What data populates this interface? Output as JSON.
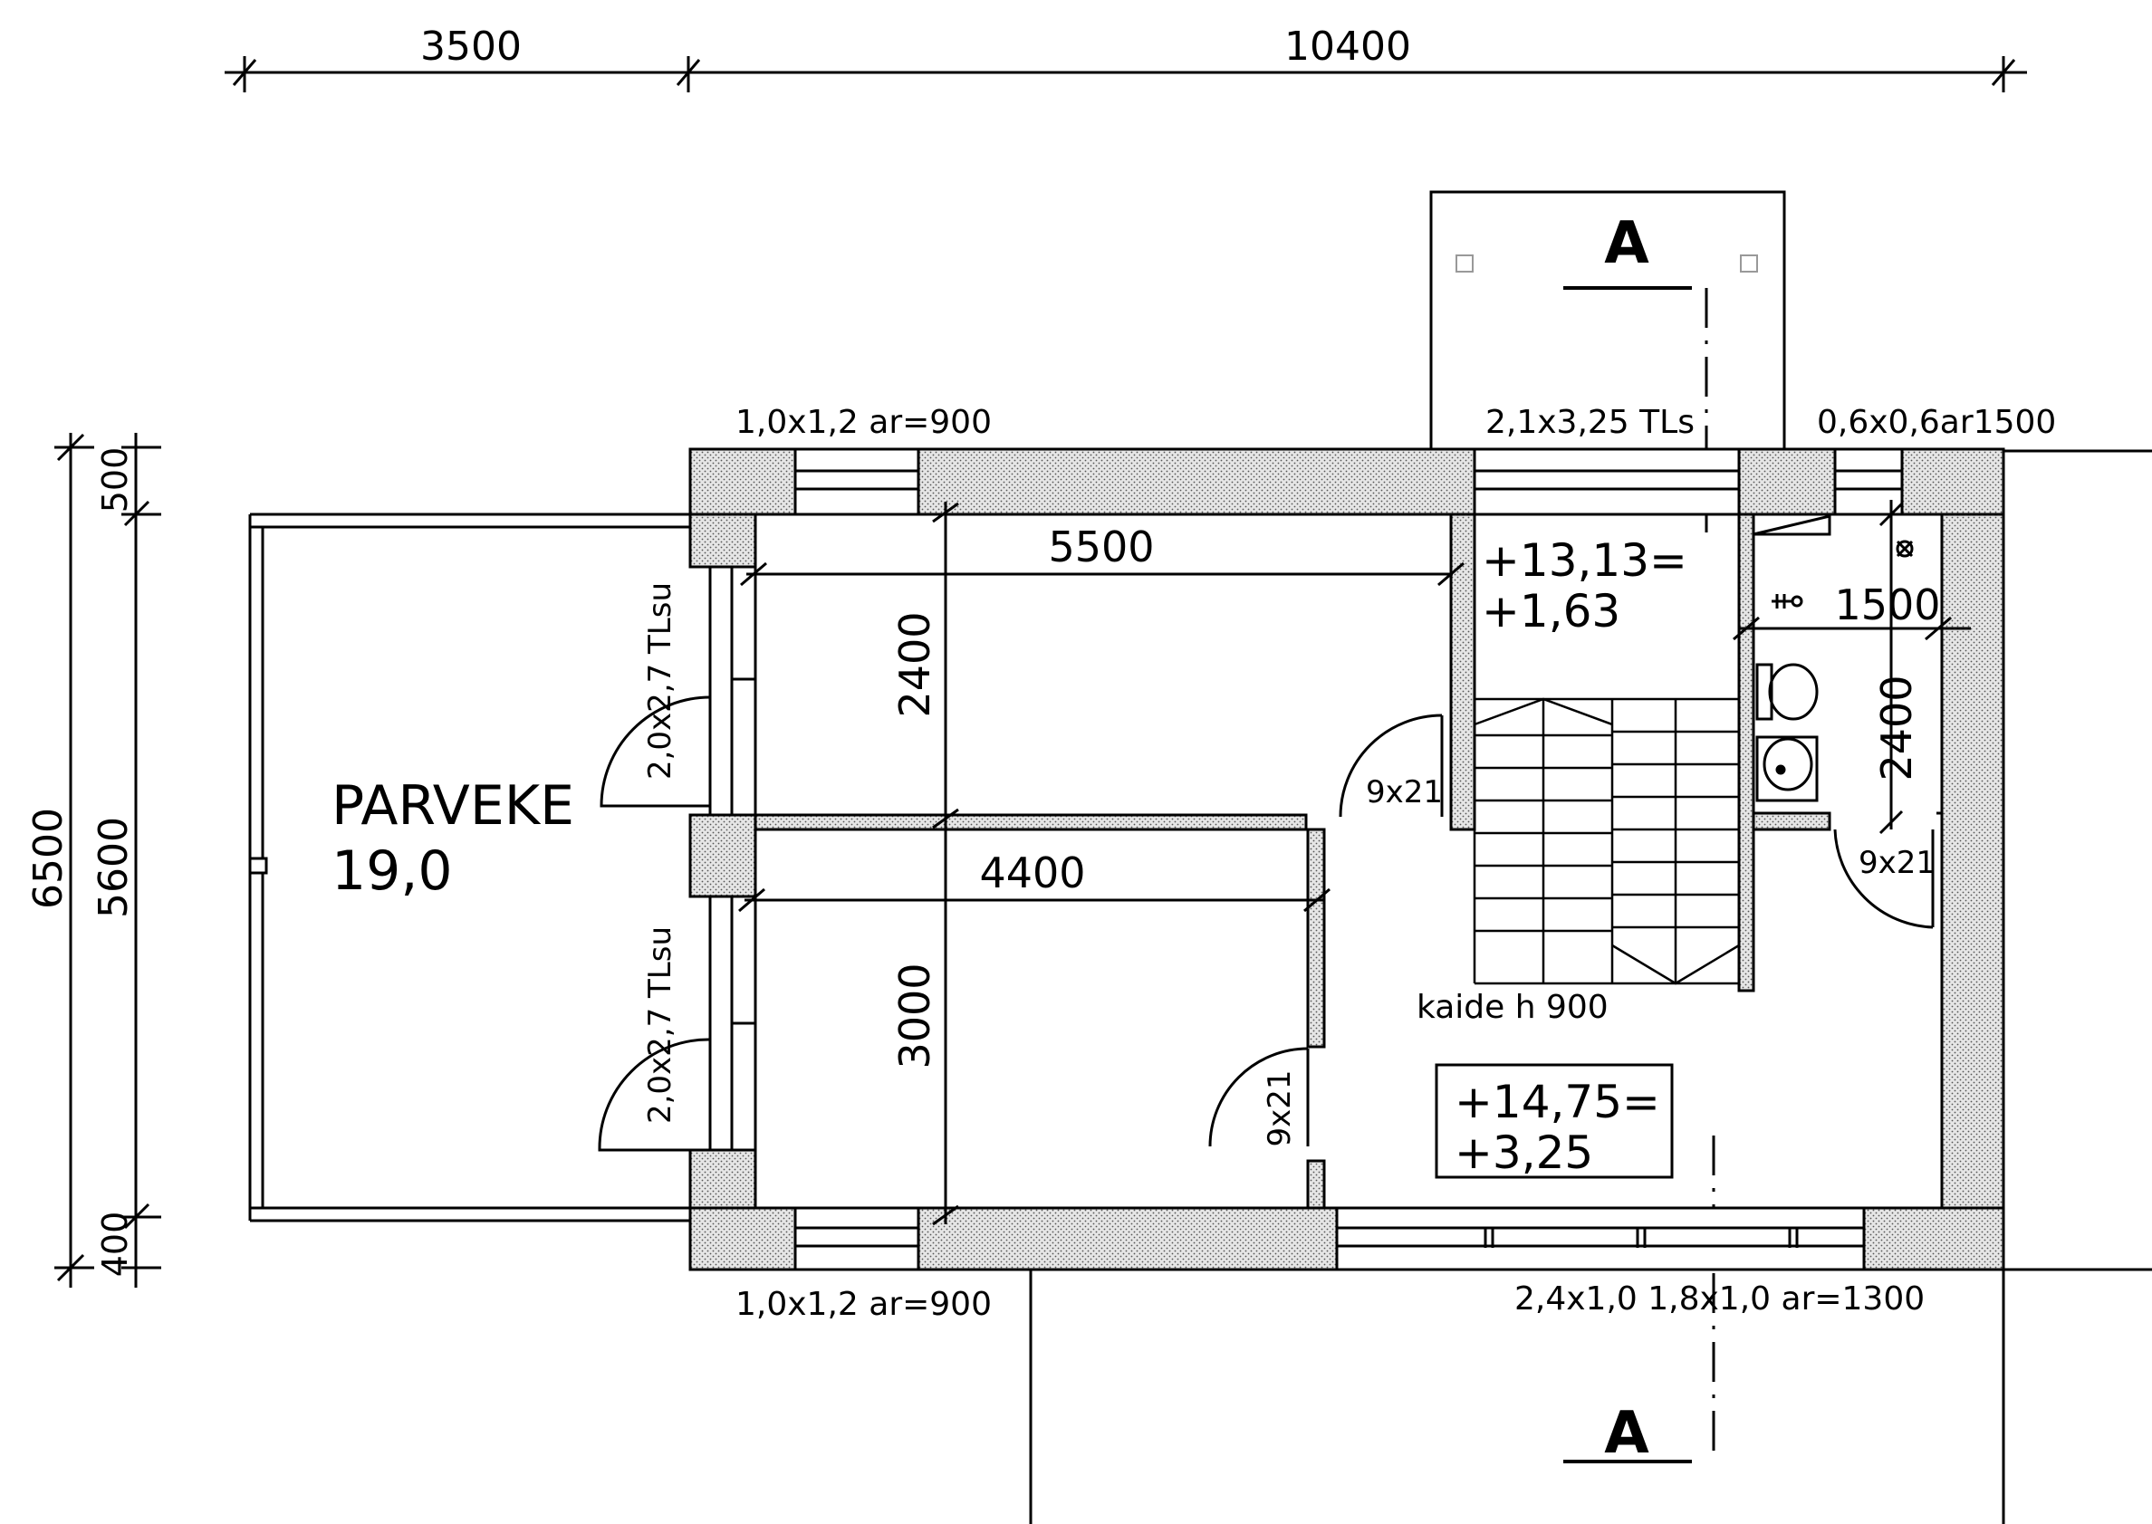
{
  "dimensions": {
    "top_left": "3500",
    "top_right": "10400",
    "left_total": "6500",
    "left_inner": "5600",
    "left_top": "500",
    "left_bottom": "400",
    "room_upper_width": "5500",
    "room_upper_depth": "2400",
    "room_lower_width": "4400",
    "room_lower_depth": "3000",
    "bath_width": "1500",
    "bath_depth": "2400"
  },
  "windows": {
    "top_left": "1,0x1,2  ar=900",
    "top_middle": "2,1x3,25  TLs",
    "top_right": "0,6x0,6ar1500",
    "bottom_left": "1,0x1,2  ar=900",
    "bottom_right": "2,4x1,0  1,8x1,0  ar=1300"
  },
  "doors": {
    "balcony_upper": "2,0x2,7  TLsu",
    "balcony_lower": "2,0x2,7  TLsu",
    "door_upper_room": "9x21",
    "door_bath": "9x21",
    "door_lower_room": "9x21"
  },
  "rooms": {
    "balcony_name": "PARVEKE",
    "balcony_area": "19,0"
  },
  "levels": {
    "stair_line1": "+13,13=",
    "stair_line2": "+1,63",
    "hall_line1": "+14,75=",
    "hall_line2": "+3,25"
  },
  "notes": {
    "railing": "kaide  h  900"
  },
  "section": {
    "top": "A",
    "bottom": "A"
  }
}
